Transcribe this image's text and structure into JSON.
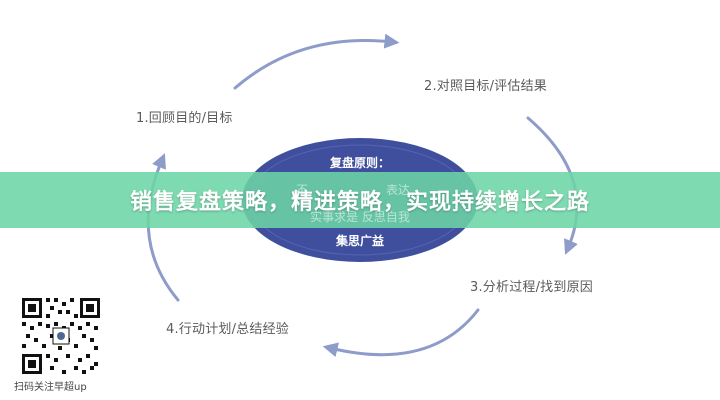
{
  "steps": [
    {
      "label": "1.回顾目的/目标"
    },
    {
      "label": "2.对照目标/评估结果"
    },
    {
      "label": "3.分析过程/找到原因"
    },
    {
      "label": "4.行动计划/总结经验"
    }
  ],
  "center": {
    "title": "复盘原则：",
    "line1": "不",
    "line1_right": "表达",
    "line2": "实事求是 反思自我",
    "line3": "集思广益"
  },
  "banner": {
    "text": "销售复盘策略，精进策略，实现持续增长之路"
  },
  "watermark": {
    "caption": "扫码关注早超up"
  },
  "colors": {
    "arrow": "#8e9cc9",
    "ellipse": "#3f4f9e",
    "banner": "#6cd5a5"
  },
  "icons": [
    "qr-code-icon"
  ]
}
